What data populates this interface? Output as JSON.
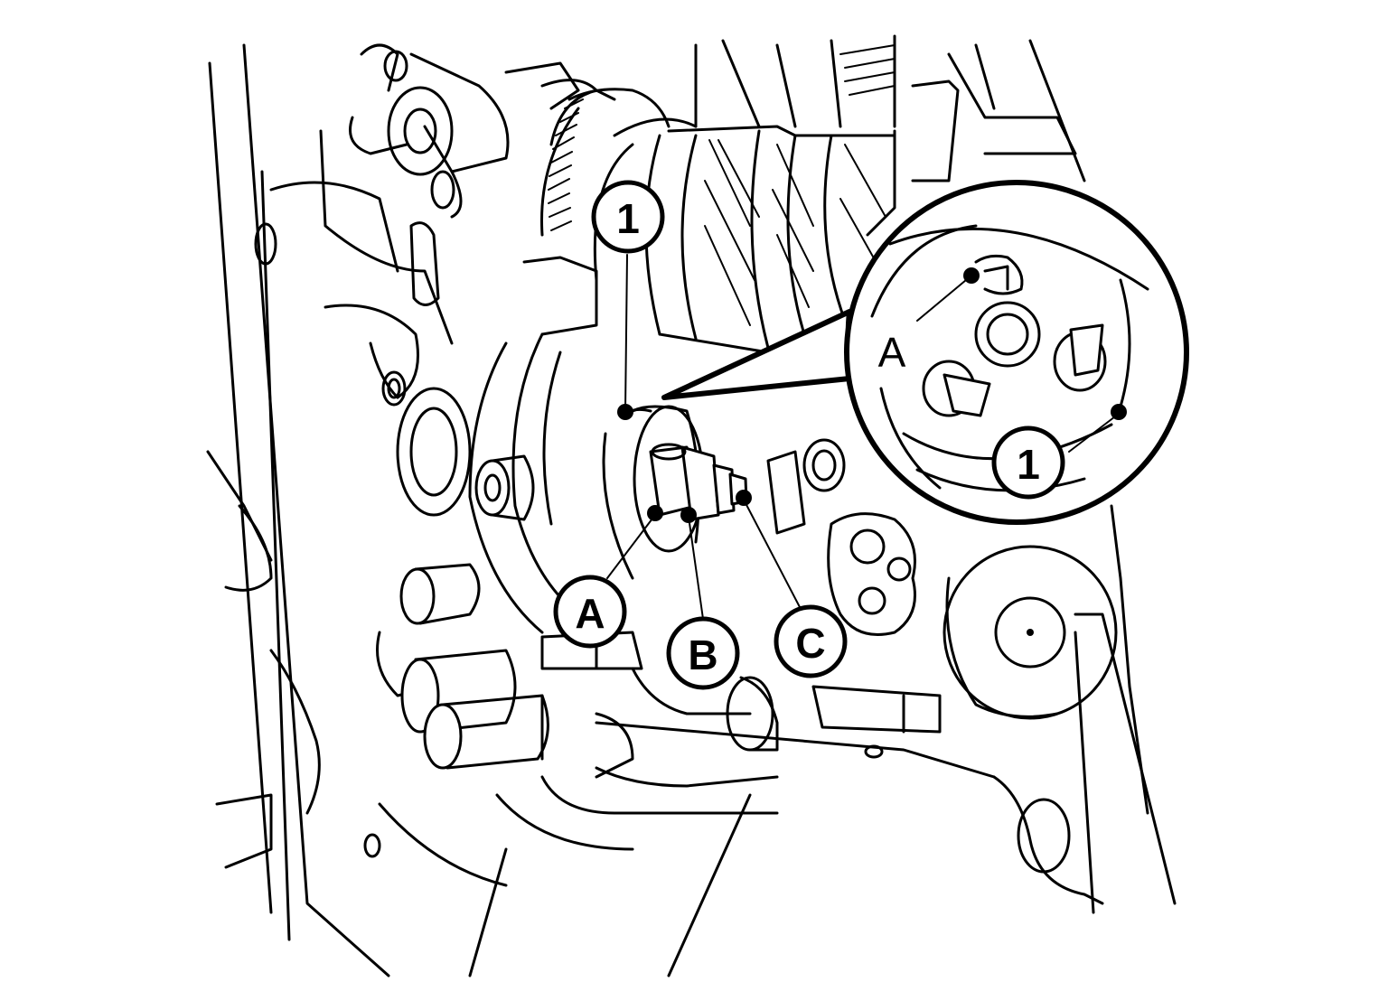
{
  "callouts": {
    "part_1_main": "1",
    "part_1_detail": "1",
    "point_a": "A",
    "point_b": "B",
    "point_c": "C",
    "detail_view_label": "A"
  }
}
